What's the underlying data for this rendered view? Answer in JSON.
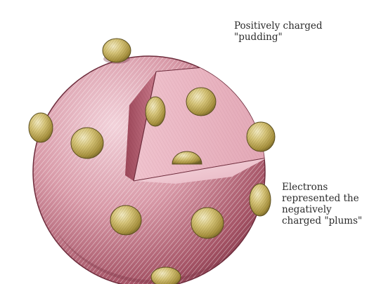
{
  "labels": {
    "pudding": [
      "Positively charged",
      "\"pudding\""
    ],
    "electrons": [
      "Electrons",
      "represented the",
      "negatively",
      "charged \"plums\""
    ]
  },
  "colors": {
    "sphere_light": "#e7b9c4",
    "sphere_mid": "#c98595",
    "sphere_dark": "#8e4152",
    "wedge_light": "#f3cbd4",
    "wedge_wall": "#b5606f",
    "plum_light": "#e8dba0",
    "plum_mid": "#c1ad5a",
    "plum_dark": "#7d6e2c",
    "label": "#2b2b2b"
  },
  "icons": [
    "electron-plum-icon"
  ]
}
